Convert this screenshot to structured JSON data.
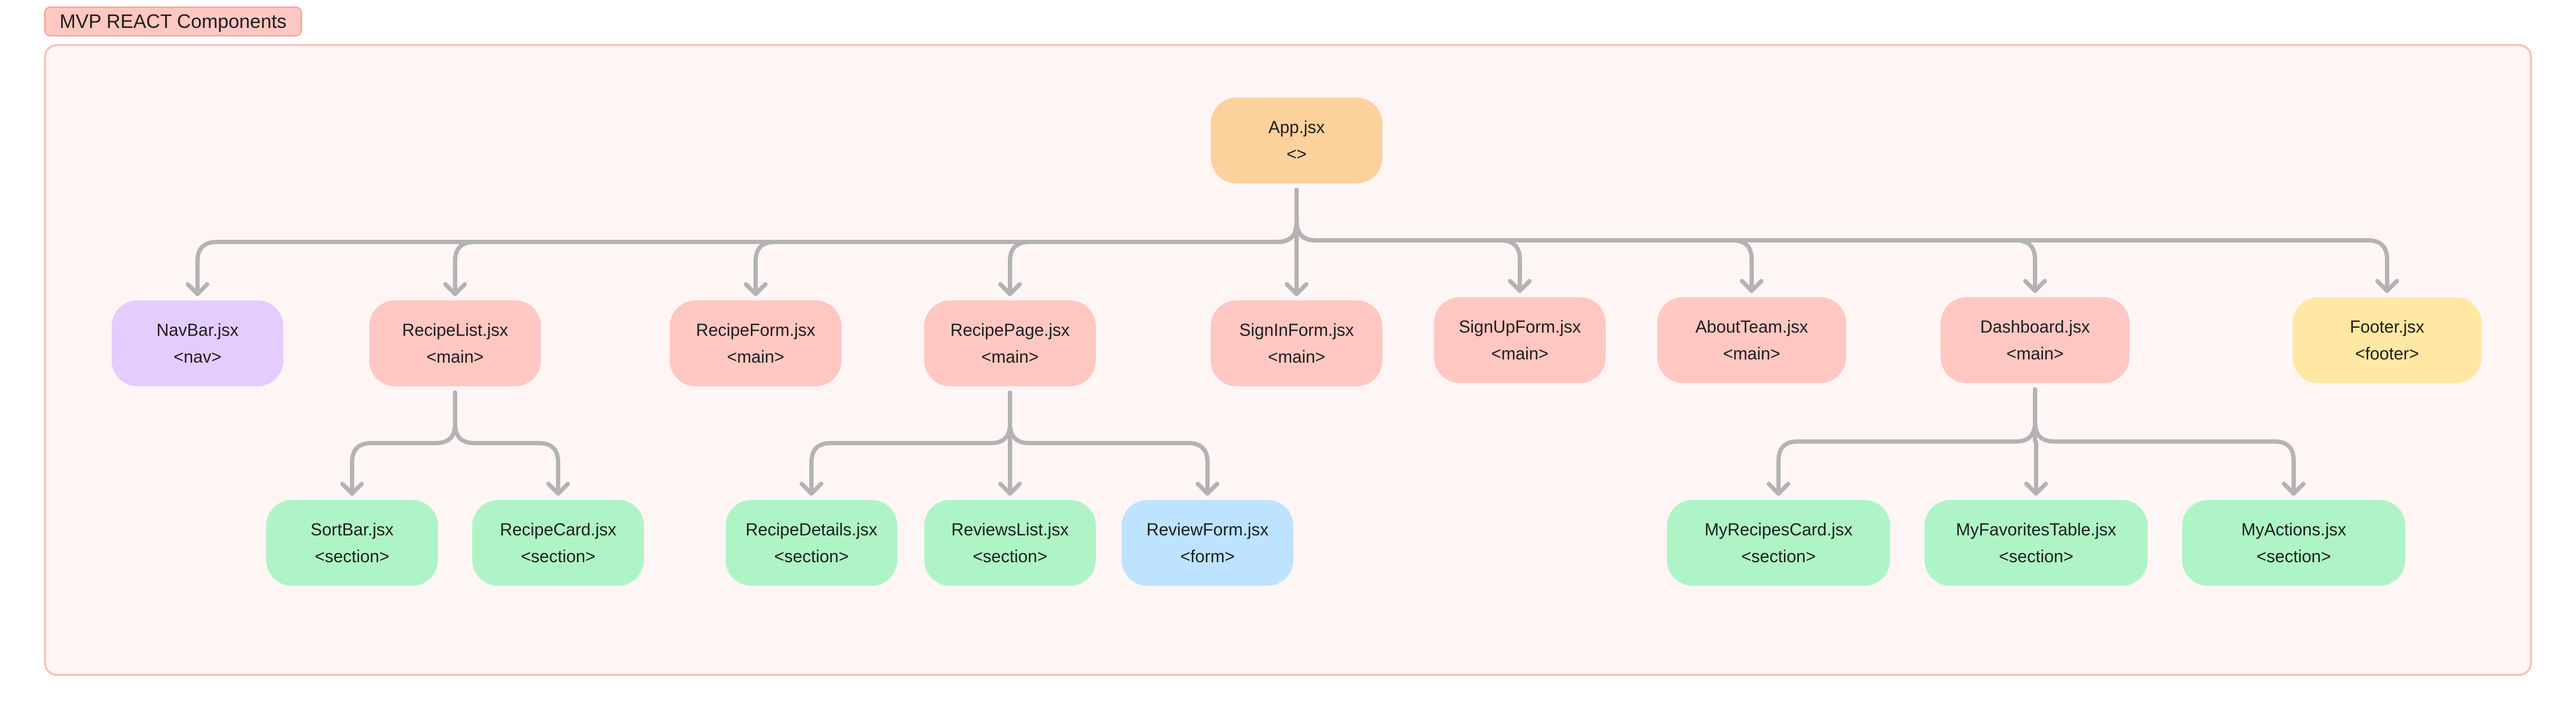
{
  "frame": {
    "label": "MVP REACT Components"
  },
  "colors": {
    "edge": "#b3b3b3",
    "root": "#fcd19c",
    "nav": "#e4ccff",
    "main": "#ffc7c2",
    "footer": "#ffe8a3",
    "section": "#aff4c6",
    "form": "#bde3ff"
  },
  "nodes": {
    "app": {
      "file": "App.jsx",
      "tag": "<>"
    },
    "navbar": {
      "file": "NavBar.jsx",
      "tag": "<nav>"
    },
    "recipelist": {
      "file": "RecipeList.jsx",
      "tag": "<main>"
    },
    "recipeform": {
      "file": "RecipeForm.jsx",
      "tag": "<main>"
    },
    "recipepage": {
      "file": "RecipePage.jsx",
      "tag": "<main>"
    },
    "signinform": {
      "file": "SignInForm.jsx",
      "tag": "<main>"
    },
    "signupform": {
      "file": "SignUpForm.jsx",
      "tag": "<main>"
    },
    "aboutteam": {
      "file": "AboutTeam.jsx",
      "tag": "<main>"
    },
    "dashboard": {
      "file": "Dashboard.jsx",
      "tag": "<main>"
    },
    "footer": {
      "file": "Footer.jsx",
      "tag": "<footer>"
    },
    "sortbar": {
      "file": "SortBar.jsx",
      "tag": "<section>"
    },
    "recipecard": {
      "file": "RecipeCard.jsx",
      "tag": "<section>"
    },
    "recipedetails": {
      "file": "RecipeDetails.jsx",
      "tag": "<section>"
    },
    "reviewslist": {
      "file": "ReviewsList.jsx",
      "tag": "<section>"
    },
    "reviewform": {
      "file": "ReviewForm.jsx",
      "tag": "<form>"
    },
    "myrecipescard": {
      "file": "MyRecipesCard.jsx",
      "tag": "<section>"
    },
    "myfavoritestable": {
      "file": "MyFavoritesTable.jsx",
      "tag": "<section>"
    },
    "myactions": {
      "file": "MyActions.jsx",
      "tag": "<section>"
    }
  },
  "edges": [
    [
      "app",
      "navbar"
    ],
    [
      "app",
      "recipelist"
    ],
    [
      "app",
      "recipeform"
    ],
    [
      "app",
      "recipepage"
    ],
    [
      "app",
      "signinform"
    ],
    [
      "app",
      "signupform"
    ],
    [
      "app",
      "aboutteam"
    ],
    [
      "app",
      "dashboard"
    ],
    [
      "app",
      "footer"
    ],
    [
      "recipelist",
      "sortbar"
    ],
    [
      "recipelist",
      "recipecard"
    ],
    [
      "recipepage",
      "recipedetails"
    ],
    [
      "recipepage",
      "reviewslist"
    ],
    [
      "recipepage",
      "reviewform"
    ],
    [
      "dashboard",
      "myrecipescard"
    ],
    [
      "dashboard",
      "myfavoritestable"
    ],
    [
      "dashboard",
      "myactions"
    ]
  ]
}
